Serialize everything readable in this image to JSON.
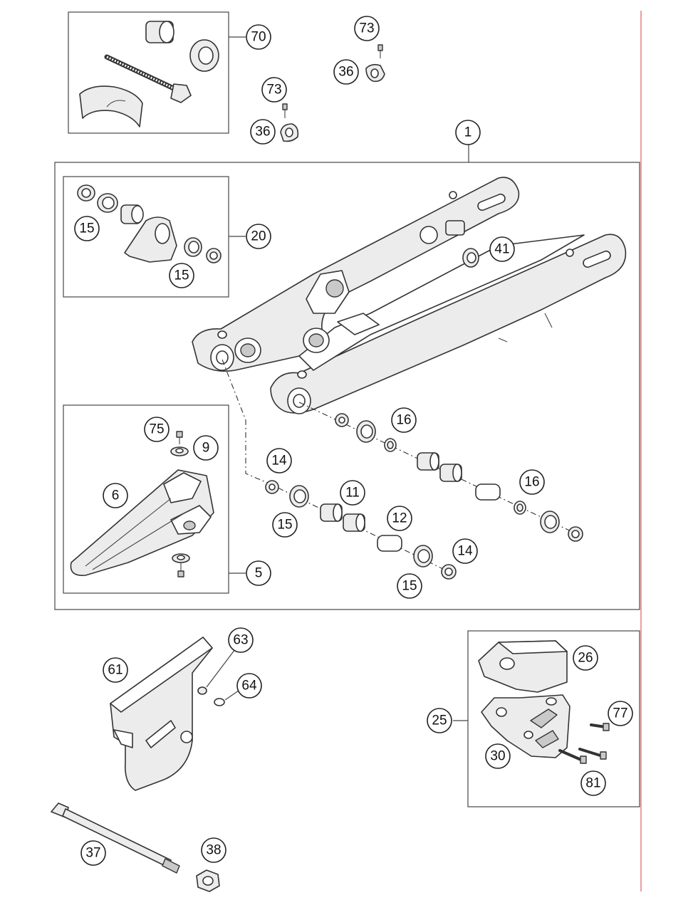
{
  "callouts": [
    {
      "id": "c70",
      "label": "70"
    },
    {
      "id": "c73a",
      "label": "73"
    },
    {
      "id": "c36a",
      "label": "36"
    },
    {
      "id": "c73b",
      "label": "73"
    },
    {
      "id": "c36b",
      "label": "36"
    },
    {
      "id": "c1",
      "label": "1"
    },
    {
      "id": "c20",
      "label": "20"
    },
    {
      "id": "c15a",
      "label": "15"
    },
    {
      "id": "c15b",
      "label": "15"
    },
    {
      "id": "c41",
      "label": "41"
    },
    {
      "id": "c16a",
      "label": "16"
    },
    {
      "id": "c16b",
      "label": "16"
    },
    {
      "id": "c14a",
      "label": "14"
    },
    {
      "id": "c11",
      "label": "11"
    },
    {
      "id": "c15c",
      "label": "15"
    },
    {
      "id": "c12",
      "label": "12"
    },
    {
      "id": "c14b",
      "label": "14"
    },
    {
      "id": "c15d",
      "label": "15"
    },
    {
      "id": "c75",
      "label": "75"
    },
    {
      "id": "c9",
      "label": "9"
    },
    {
      "id": "c6",
      "label": "6"
    },
    {
      "id": "c5",
      "label": "5"
    },
    {
      "id": "c63",
      "label": "63"
    },
    {
      "id": "c61",
      "label": "61"
    },
    {
      "id": "c64",
      "label": "64"
    },
    {
      "id": "c26",
      "label": "26"
    },
    {
      "id": "c25",
      "label": "25"
    },
    {
      "id": "c77",
      "label": "77"
    },
    {
      "id": "c30",
      "label": "30"
    },
    {
      "id": "c81",
      "label": "81"
    },
    {
      "id": "c37",
      "label": "37"
    },
    {
      "id": "c38",
      "label": "38"
    }
  ],
  "colors": {
    "line": "#333333",
    "edge_line": "#e06060",
    "paper": "#ffffff"
  }
}
